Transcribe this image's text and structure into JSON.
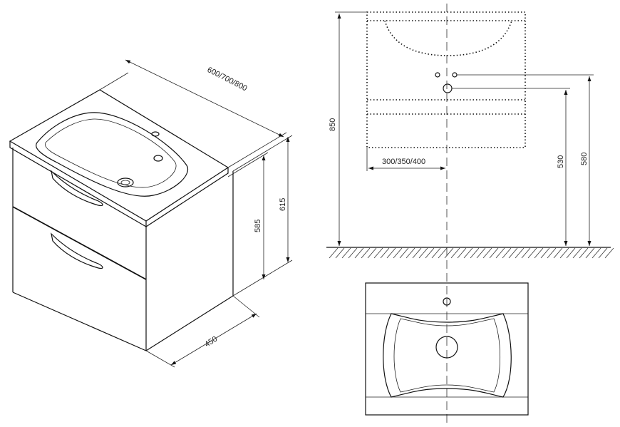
{
  "dimensions": {
    "iso_width": "600/700/800",
    "iso_height_total": "615",
    "iso_height_body": "585",
    "iso_depth": "450",
    "front_height_total": "850",
    "front_drain_offset": "300/350/400",
    "front_height_drain": "530",
    "front_height_taps": "580"
  }
}
